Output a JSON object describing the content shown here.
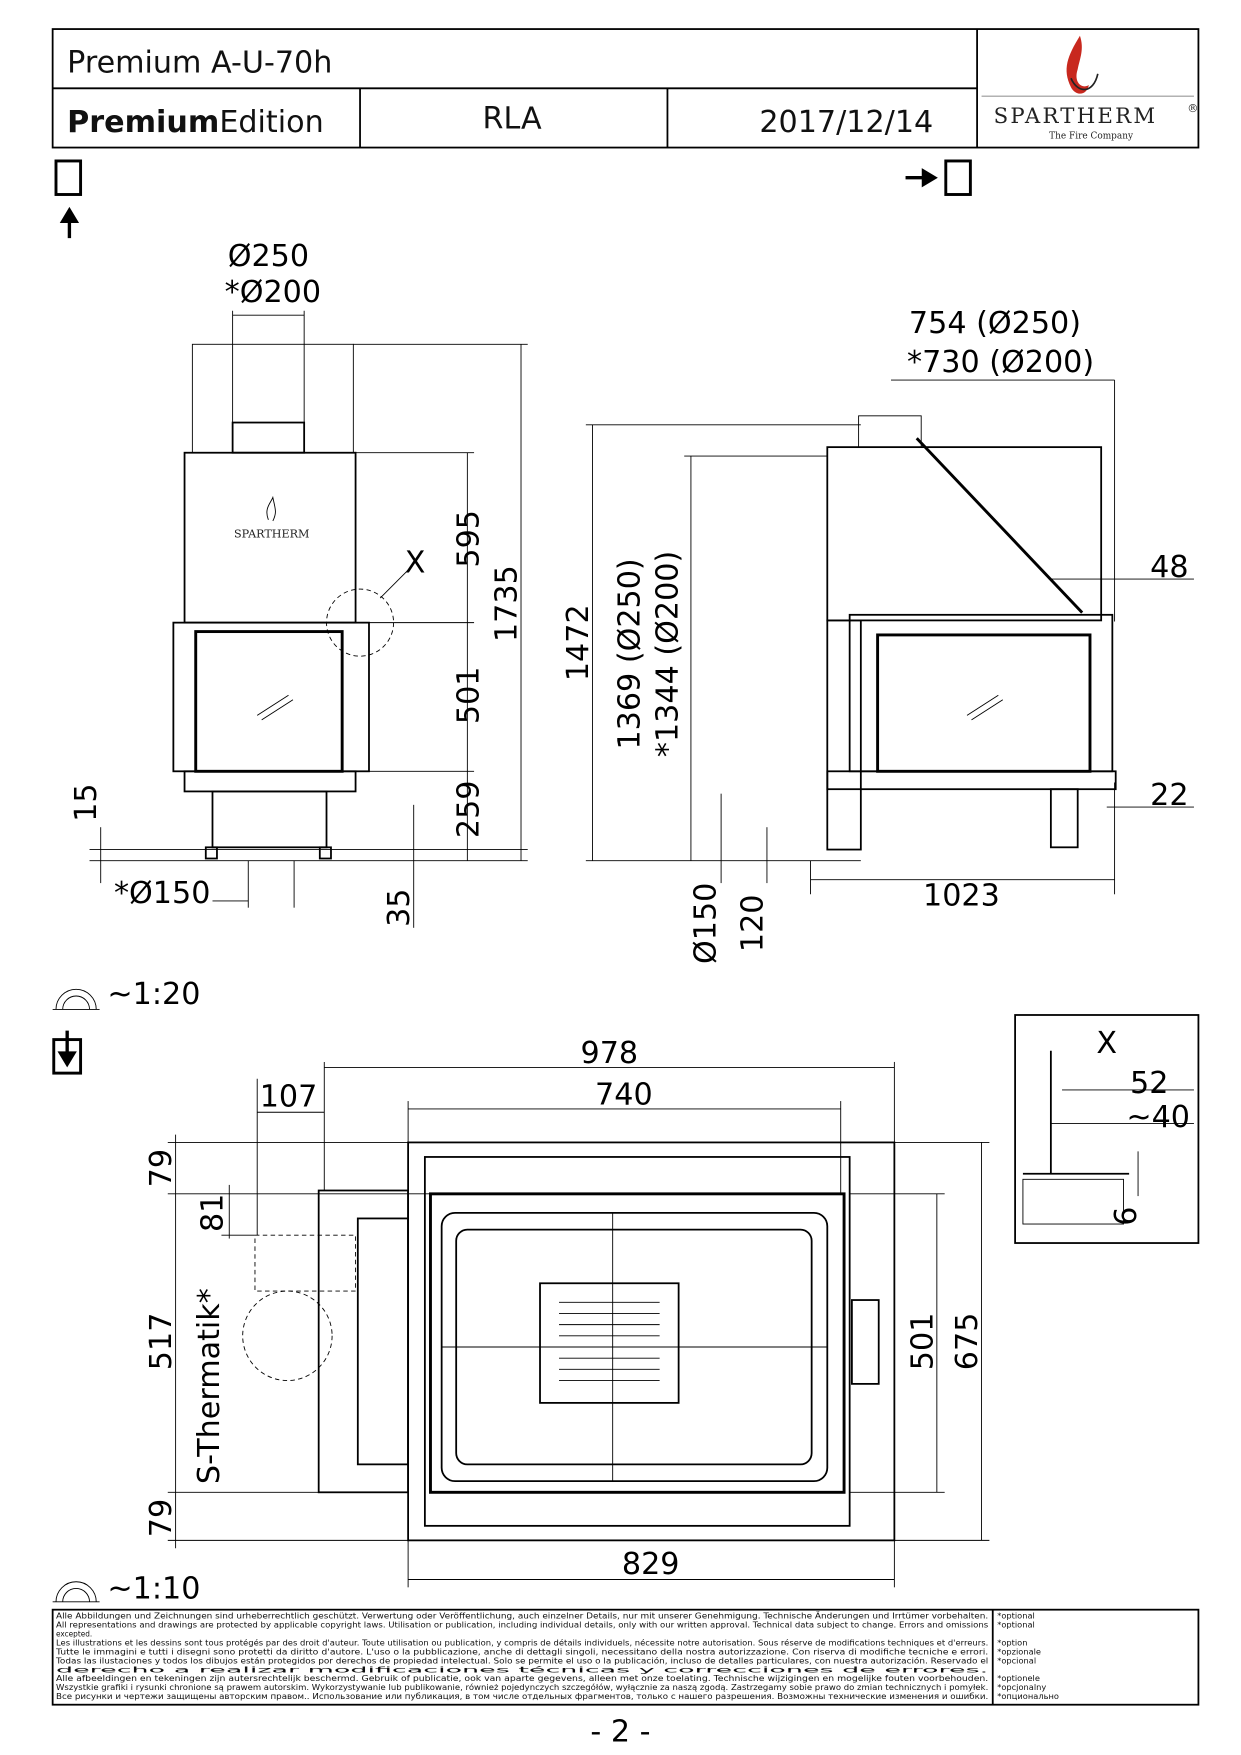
{
  "header": {
    "model": "Premium A-U-70h",
    "edition_bold": "Premium",
    "edition_rest": "Edition",
    "variant": "RLA",
    "date": "2017/12/14",
    "logo": {
      "name": "SPARTHERM",
      "tagline": "The Fire Company",
      "registered": "®",
      "flame_color": "#c8281e"
    }
  },
  "front_view": {
    "flue_diameter": "Ø250",
    "flue_diameter_opt": "*Ø200",
    "dim_595": "595",
    "dim_1735": "1735",
    "dim_501": "501",
    "dim_259": "259",
    "dim_15": "15",
    "dim_35": "35",
    "air_inlet": "*Ø150",
    "detail_marker": "X",
    "door_logo": "SPARTHERM"
  },
  "side_view": {
    "dim_754": "754 (Ø250)",
    "dim_730": "*730 (Ø200)",
    "dim_48": "48",
    "dim_1472": "1472",
    "dim_1369": "1369 (Ø250)",
    "dim_1344": "*1344 (Ø200)",
    "dim_22": "22",
    "dim_1023": "1023",
    "dim_150": "Ø150",
    "dim_120": "120"
  },
  "scale_top": "~1:20",
  "top_view": {
    "dim_978": "978",
    "dim_740": "740",
    "dim_107": "107",
    "dim_79a": "79",
    "dim_81": "81",
    "dim_517": "517",
    "thermatik": "S-Thermatik*",
    "dim_79b": "79",
    "dim_501": "501",
    "dim_675": "675",
    "dim_829": "829"
  },
  "detail": {
    "label": "X",
    "dim_52": "52",
    "dim_40": "~40",
    "dim_6": "6"
  },
  "scale_bottom": "~1:10",
  "footer": {
    "lines": [
      "Alle Abbildungen und Zeichnungen sind urheberrechtlich geschützt. Verwertung oder Veröffentlichung, auch einzelner Details, nur mit unserer Genehmigung. Technische Änderungen und Irrtümer vorbehalten.",
      "All representations and drawings are protected by applicable copyright laws. Utilisation or publication, including individual details, only with our written approval. Technical data subject to change. Errors and omissions",
      "excepted.",
      "Les illustrations et les dessins sont tous protégés par des droit d'auteur. Toute utilisation ou publication, y compris de détails individuels, nécessite notre autorisation. Sous réserve de modifications techniques et d'erreurs.",
      "Tutte le immagini e tutti i disegni sono protetti da diritto d'autore. L'uso o la pubblicazione, anche di dettagli singoli, necessitano della nostra autorizzazione.  Con riserva di modifiche tecniche e errori.",
      "Todas las ilustaciones y todos los dibujos están protegidos por derechos de propiedad intelectual. Solo se permite el uso o la publicación, incluso de detalles particulares, con nuestra autorización. Reservado el",
      "derecho a realizar modificaciones técnicas y correcciones de errores.",
      "Alle afbeeldingen en tekeningen zijn autersrechtelijk beschermd. Gebruik of publicatie, ook van aparte gegevens, alleen met onze toelating. Technische wijzigingen en mogelijke fouten voorbehouden.",
      "Wszystkie grafiki i rysunki chronione są prawem autorskim. Wykorzystywanie lub publikowanie, również pojedynczych szczegółów, wyłącznie za naszą zgodą. Zastrzegamy sobie prawo do zmian technicznych i pomyłek.",
      "Все рисунки и чертежи защищены авторским правом.. Использование или публикация, в том числе отдельных фрагментов, только с нашего разрешения. Возможны технические изменения и ошибки."
    ],
    "options": [
      "*optional",
      "*optional",
      "",
      "*option",
      "*opzionale",
      "*opcional",
      "",
      "*optionele",
      "*opcjonalny",
      "*опционально"
    ]
  },
  "page_number": "- 2 -"
}
